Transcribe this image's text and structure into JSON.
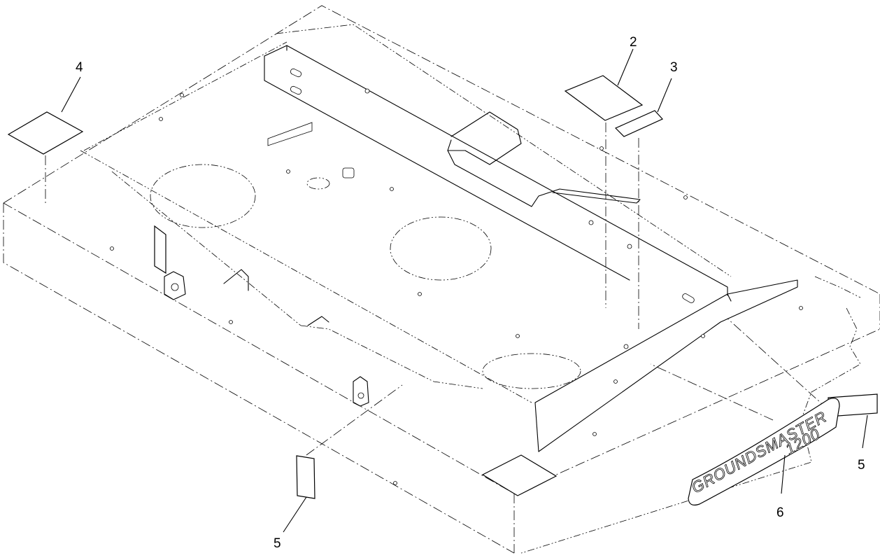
{
  "callouts": {
    "c2": "2",
    "c3": "3",
    "c4": "4",
    "c5_left": "5",
    "c5_right": "5",
    "c6": "6"
  },
  "decal_text": {
    "brand": "GROUNDSMASTER",
    "model": "1200"
  }
}
